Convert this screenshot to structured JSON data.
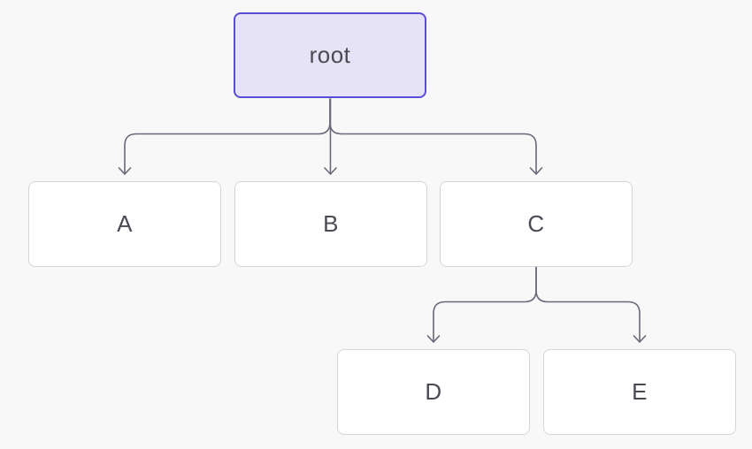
{
  "diagram": {
    "type": "tree",
    "nodes": [
      {
        "id": "root",
        "label": "root",
        "parent": null,
        "variant": "highlight"
      },
      {
        "id": "A",
        "label": "A",
        "parent": "root",
        "variant": "default"
      },
      {
        "id": "B",
        "label": "B",
        "parent": "root",
        "variant": "default"
      },
      {
        "id": "C",
        "label": "C",
        "parent": "root",
        "variant": "default"
      },
      {
        "id": "D",
        "label": "D",
        "parent": "C",
        "variant": "default"
      },
      {
        "id": "E",
        "label": "E",
        "parent": "C",
        "variant": "default"
      }
    ],
    "edges": [
      {
        "from": "root",
        "to": "A"
      },
      {
        "from": "root",
        "to": "B"
      },
      {
        "from": "root",
        "to": "C"
      },
      {
        "from": "C",
        "to": "D"
      },
      {
        "from": "C",
        "to": "E"
      }
    ],
    "colors": {
      "background": "#f8f8f9",
      "root_fill": "#e7e3f7",
      "root_border": "#5a4cd4",
      "node_fill": "#ffffff",
      "node_border": "#d6d4db",
      "edge": "#6b6879",
      "text": "#4b4953"
    }
  }
}
